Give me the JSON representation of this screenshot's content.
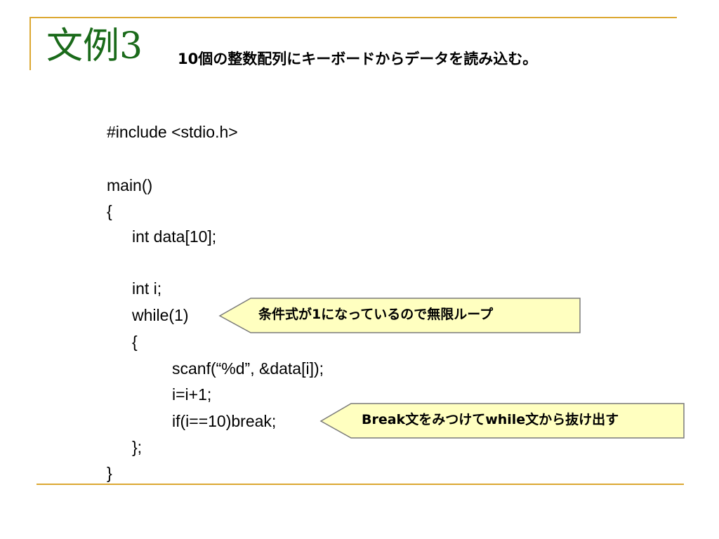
{
  "slide": {
    "title": "文例3",
    "subtitle": "10個の整数配列にキーボードからデータを読み込む。"
  },
  "code_lines": [
    "#include <stdio.h>",
    "main()",
    "{",
    "int data[10];",
    "int i;",
    "while(1)",
    "{",
    "scanf(“%d”, &data[i]);",
    "i=i+1;",
    "if(i==10)break;",
    "};",
    "}"
  ],
  "callouts": [
    {
      "text": "条件式が1になっているので無限ループ"
    },
    {
      "text": "Break文をみつけてwhile文から抜け出す"
    }
  ],
  "colors": {
    "title": "#1a6a1a",
    "rule": "#dca832",
    "callout_fill": "#ffffc0",
    "callout_stroke": "#7a7a7a"
  }
}
